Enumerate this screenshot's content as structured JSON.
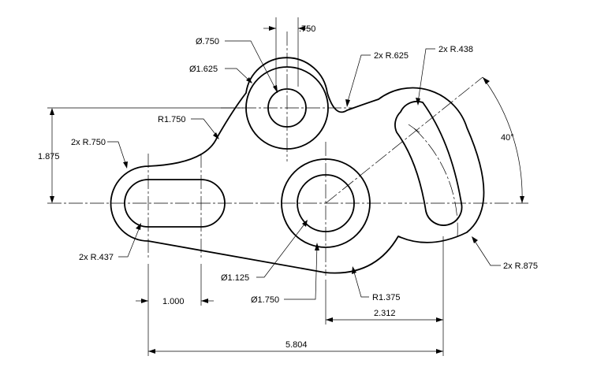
{
  "dimensions": {
    "dia_small_top": "Ø.750",
    "dia_large_top": "Ø1.625",
    "width_750": ".750",
    "r625": "2x R.625",
    "r438": "2x R.438",
    "r1750": "R1.750",
    "angle40": "40°",
    "r750": "2x R.750",
    "h1875": "1.875",
    "r437": "2x R.437",
    "r875": "2x R.875",
    "dia1125": "Ø1.125",
    "dia1750": "Ø1.750",
    "r1375": "R1.375",
    "w1000": "1.000",
    "w2312": "2.312",
    "w5804": "5.804"
  }
}
